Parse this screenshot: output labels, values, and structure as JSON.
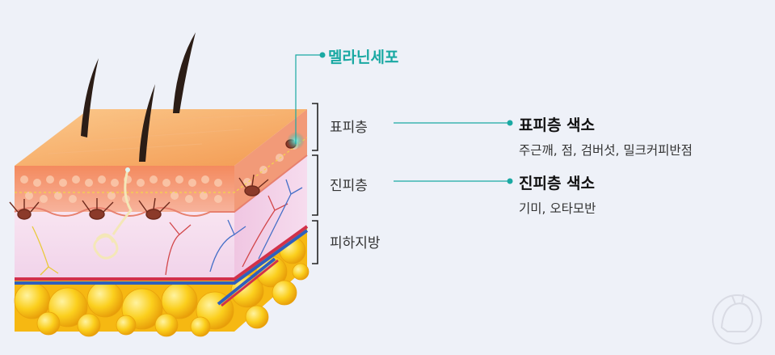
{
  "diagram": {
    "callout_label": "멜라닌세포",
    "layers": [
      {
        "label": "표피층"
      },
      {
        "label": "진피층"
      },
      {
        "label": "피하지방"
      }
    ],
    "pigments": [
      {
        "title": "표피층 색소",
        "items": "주근깨, 점, 검버섯, 밀크커피반점"
      },
      {
        "title": "진피층 색소",
        "items": "기미, 오타모반"
      }
    ],
    "colors": {
      "accent": "#1aa9a3",
      "background": "#eef1f8",
      "epidermis": "#f5a55c",
      "dermis": "#f3ddef",
      "fat": "#f9c81a"
    },
    "icons": [
      "hair-icon",
      "melanocyte-icon",
      "fat-cell-icon",
      "blood-vessel-icon",
      "watermark-logo-icon"
    ]
  }
}
